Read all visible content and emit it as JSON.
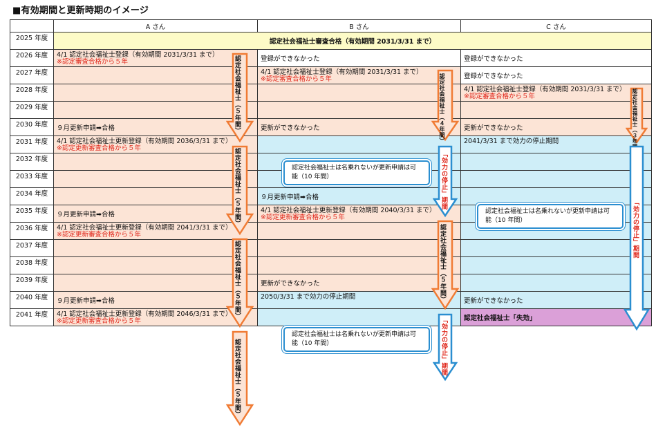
{
  "title": "■有効期間と更新時期のイメージ",
  "columns": {
    "a": "A さん",
    "b": "B さん",
    "c": "C さん"
  },
  "years": [
    "2025 年度",
    "2026 年度",
    "2027 年度",
    "2028 年度",
    "2029 年度",
    "2030 年度",
    "2031 年度",
    "2032 年度",
    "2033 年度",
    "2034 年度",
    "2035 年度",
    "2036 年度",
    "2037 年度",
    "2038 年度",
    "2039 年度",
    "2040 年度",
    "2041 年度"
  ],
  "exam": "認定社会福祉士審査合格（有効期間 2031/3/31 まで）",
  "a": {
    "r2026": "4/1 認定社会福祉士登録（有効期間 2031/3/31 まで）",
    "r2026_note": "※認定審査合格から５年",
    "r2030": "９月更新申請➡合格",
    "r2031": "4/1 認定社会福祉士更新登録（有効期間 2036/3/31 まで）",
    "r2031_note": "※認定更新審査合格から５年",
    "r2035": "９月更新申請➡合格",
    "r2036": "4/1 認定社会福祉士更新登録（有効期間 2041/3/31 まで）",
    "r2036_note": "※認定更新審査合格から５年",
    "r2040": "９月更新申請➡合格",
    "r2041": "4/1 認定社会福祉士更新登録（有効期間 2046/3/31 まで）",
    "r2041_note": "※認定更新審査合格から５年",
    "arrow1": "認定社会福祉士（５年間）",
    "arrow2": "認定社会福祉士（５年間）",
    "arrow3": "認定社会福祉士（５年間）",
    "arrow4": "認定社会福祉士（５年間）"
  },
  "b": {
    "r2026": "登録ができなかった",
    "r2027": "4/1 認定社会福祉士登録（有効期間 2031/3/31 まで）",
    "r2027_note": "※認定審査合格から５年",
    "r2030": "更新ができなかった",
    "r2034": "９月更新申請➡合格",
    "r2035": "4/1 認定社会福祉士更新登録（有効期間 2040/3/31 まで）",
    "r2035_note": "※認定更新審査合格から５年",
    "r2039": "更新ができなかった",
    "r2040": "2050/3/31 まで効力の停止期間",
    "arrow1": "認定社会福祉士（４年間）",
    "arrow2": "「効力の停止」期間",
    "arrow3": "認定社会福祉士（５年間）",
    "arrow4": "「効力の停止」期間",
    "callout1": "認定社会福祉士は名乗れないが更新申請は可能（10 年間）",
    "callout2": "認定社会福祉士は名乗れないが更新申請は可能（10 年間）"
  },
  "c": {
    "r2026": "登録ができなかった",
    "r2027": "登録ができなかった",
    "r2028": "4/1 認定社会福祉士登録（有効期間 2031/3/31 まで）",
    "r2028_note": "※認定審査合格から５年",
    "r2030": "更新ができなかった",
    "r2031": "2041/3/31 まで効力の停止期間",
    "r2040": "更新ができなかった",
    "r2041": "認定社会福祉士「失効」",
    "arrow1": "認定社会福祉士（３年間）",
    "arrow2": "「効力の停止」期間",
    "callout": "認定社会福祉士は名乗れないが更新申請は可能（10 年間）"
  },
  "colors": {
    "orange": "#f07b34",
    "blue": "#2a8ed0",
    "peach": "#fce4d6",
    "sky": "#cfeef8",
    "purple": "#dba0d8",
    "yellow": "#fdfbc7"
  }
}
